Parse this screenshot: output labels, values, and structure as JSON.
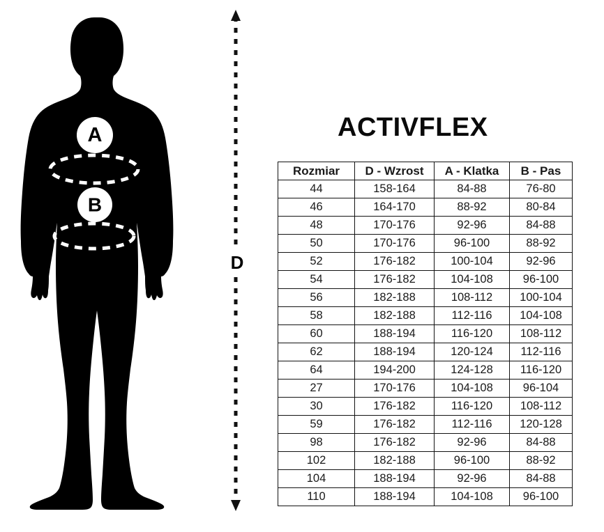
{
  "brand": {
    "title": "ACTIVFLEX"
  },
  "figure": {
    "chest_marker": "A",
    "waist_marker": "B",
    "height_marker": "D",
    "silhouette_color": "#000000",
    "marker_bg_color": "#ffffff",
    "marker_text_color": "#000000",
    "measure_line_style": "dashed"
  },
  "table": {
    "headers": [
      "Rozmiar",
      "D - Wzrost",
      "A - Klatka",
      "B - Pas"
    ],
    "rows": [
      [
        "44",
        "158-164",
        "84-88",
        "76-80"
      ],
      [
        "46",
        "164-170",
        "88-92",
        "80-84"
      ],
      [
        "48",
        "170-176",
        "92-96",
        "84-88"
      ],
      [
        "50",
        "170-176",
        "96-100",
        "88-92"
      ],
      [
        "52",
        "176-182",
        "100-104",
        "92-96"
      ],
      [
        "54",
        "176-182",
        "104-108",
        "96-100"
      ],
      [
        "56",
        "182-188",
        "108-112",
        "100-104"
      ],
      [
        "58",
        "182-188",
        "112-116",
        "104-108"
      ],
      [
        "60",
        "188-194",
        "116-120",
        "108-112"
      ],
      [
        "62",
        "188-194",
        "120-124",
        "112-116"
      ],
      [
        "64",
        "194-200",
        "124-128",
        "116-120"
      ],
      [
        "27",
        "170-176",
        "104-108",
        "96-104"
      ],
      [
        "30",
        "176-182",
        "116-120",
        "108-112"
      ],
      [
        "59",
        "176-182",
        "112-116",
        "120-128"
      ],
      [
        "98",
        "176-182",
        "92-96",
        "84-88"
      ],
      [
        "102",
        "182-188",
        "96-100",
        "88-92"
      ],
      [
        "104",
        "188-194",
        "92-96",
        "84-88"
      ],
      [
        "110",
        "188-194",
        "104-108",
        "96-100"
      ]
    ]
  }
}
